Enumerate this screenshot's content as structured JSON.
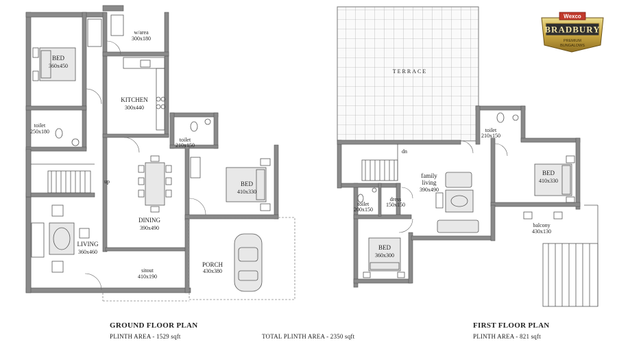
{
  "logo": {
    "maker": "Wexco",
    "brand": "BRADBURY",
    "tagline_1": "PREMIUM",
    "tagline_2": "BUNGALOWS"
  },
  "ground": {
    "title": "GROUND FLOOR PLAN",
    "plinth": "PLINTH AREA - 1529 sqft",
    "rooms": {
      "bed1_name": "BED",
      "bed1_size": "360x450",
      "warea_name": "w/area",
      "warea_size": "300x180",
      "kitchen_name": "KITCHEN",
      "kitchen_size": "300x440",
      "toilet1_name": "toilet",
      "toilet1_size": "250x180",
      "toilet2_name": "toilet",
      "toilet2_size": "210x150",
      "bed2_name": "BED",
      "bed2_size": "410x330",
      "dining_name": "DINING",
      "dining_size": "390x490",
      "living_name": "LIVING",
      "living_size": "360x460",
      "sitout_name": "sitout",
      "sitout_size": "410x190",
      "porch_name": "PORCH",
      "porch_size": "430x380",
      "stair_note": "up"
    }
  },
  "total": "TOTAL PLINTH AREA - 2350 sqft",
  "first": {
    "title": "FIRST FLOOR PLAN",
    "plinth": "PLINTH AREA - 821 sqft",
    "rooms": {
      "terrace_name": "TERRACE",
      "toilet1_name": "toilet",
      "toilet1_size": "210x150",
      "stair_note": "dn",
      "family_name_1": "family",
      "family_name_2": "living",
      "family_size": "390x490",
      "bed1_name": "BED",
      "bed1_size": "410x330",
      "toilet2_name": "toilet",
      "toilet2_size": "200x150",
      "dress_name": "dress",
      "dress_size": "150x150",
      "balcony_name": "balcony",
      "balcony_size": "430x130",
      "bed2_name": "BED",
      "bed2_size": "360x300"
    }
  }
}
